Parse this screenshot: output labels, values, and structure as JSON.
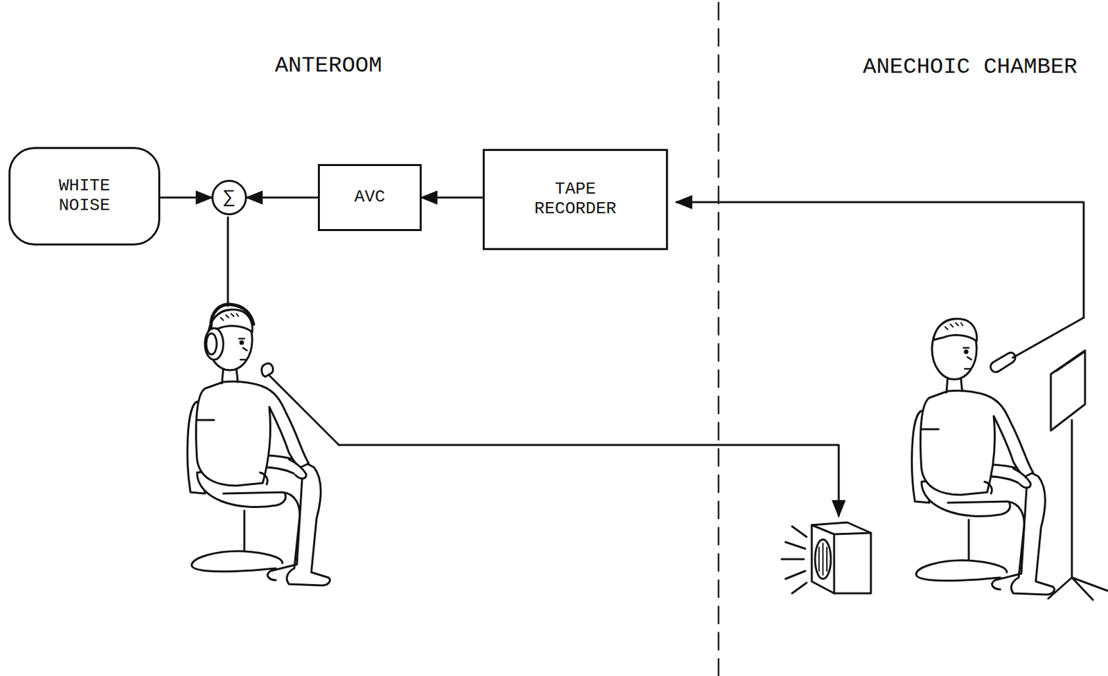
{
  "diagram": {
    "nodes": [
      {
        "text": [
          "WHITE NOISE"
        ]
      },
      {
        "text": [
          "∑"
        ]
      },
      {
        "text": [
          "AVC"
        ]
      },
      {
        "text": [
          "TAPE RECORDER"
        ]
      }
    ],
    "edges": [
      {
        "from": 0,
        "to": 1,
        "arrow": "to"
      },
      {
        "from": 2,
        "to": 1,
        "arrow": "to"
      },
      {
        "from": 3,
        "to": 2,
        "arrow": "to"
      }
    ],
    "labels": [
      "ANTEROOM",
      "ANECHOIC CHAMBER"
    ]
  }
}
